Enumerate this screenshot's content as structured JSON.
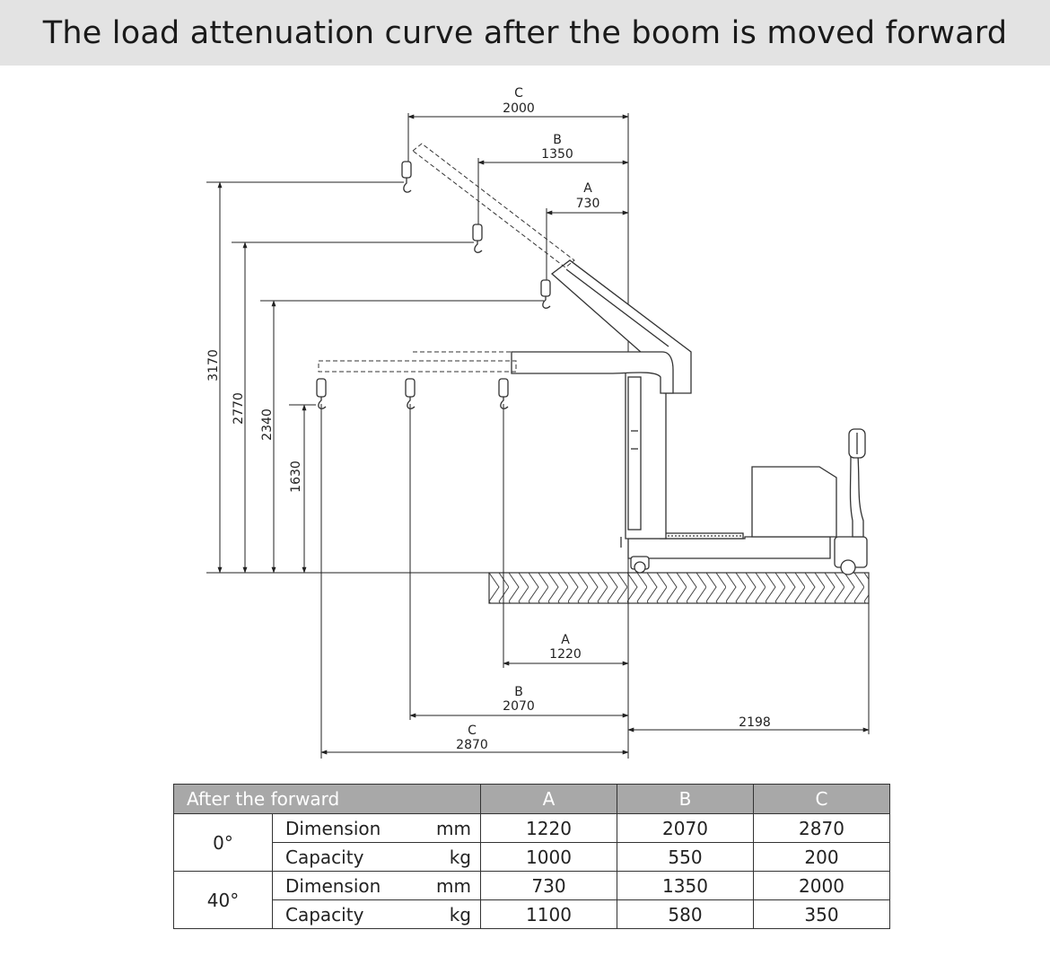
{
  "title": "The load attenuation curve after the boom is moved forward",
  "diagram": {
    "top_dimensions": [
      {
        "letter": "C",
        "value": "2000"
      },
      {
        "letter": "B",
        "value": "1350"
      },
      {
        "letter": "A",
        "value": "730"
      }
    ],
    "bottom_dimensions": [
      {
        "letter": "A",
        "value": "1220"
      },
      {
        "letter": "B",
        "value": "2070"
      },
      {
        "letter": "C",
        "value": "2870"
      }
    ],
    "rear_dimension": "2198",
    "heights": [
      "3170",
      "2770",
      "2340",
      "1630"
    ]
  },
  "table": {
    "header": {
      "title": "After the forward",
      "cols": [
        "A",
        "B",
        "C"
      ]
    },
    "groups": [
      {
        "angle": "0°",
        "rows": [
          {
            "param": "Dimension",
            "unit": "mm",
            "values": [
              "1220",
              "2070",
              "2870"
            ]
          },
          {
            "param": "Capacity",
            "unit": "kg",
            "values": [
              "1000",
              "550",
              "200"
            ]
          }
        ]
      },
      {
        "angle": "40°",
        "rows": [
          {
            "param": "Dimension",
            "unit": "mm",
            "values": [
              "730",
              "1350",
              "2000"
            ]
          },
          {
            "param": "Capacity",
            "unit": "kg",
            "values": [
              "1100",
              "580",
              "350"
            ]
          }
        ]
      }
    ]
  }
}
